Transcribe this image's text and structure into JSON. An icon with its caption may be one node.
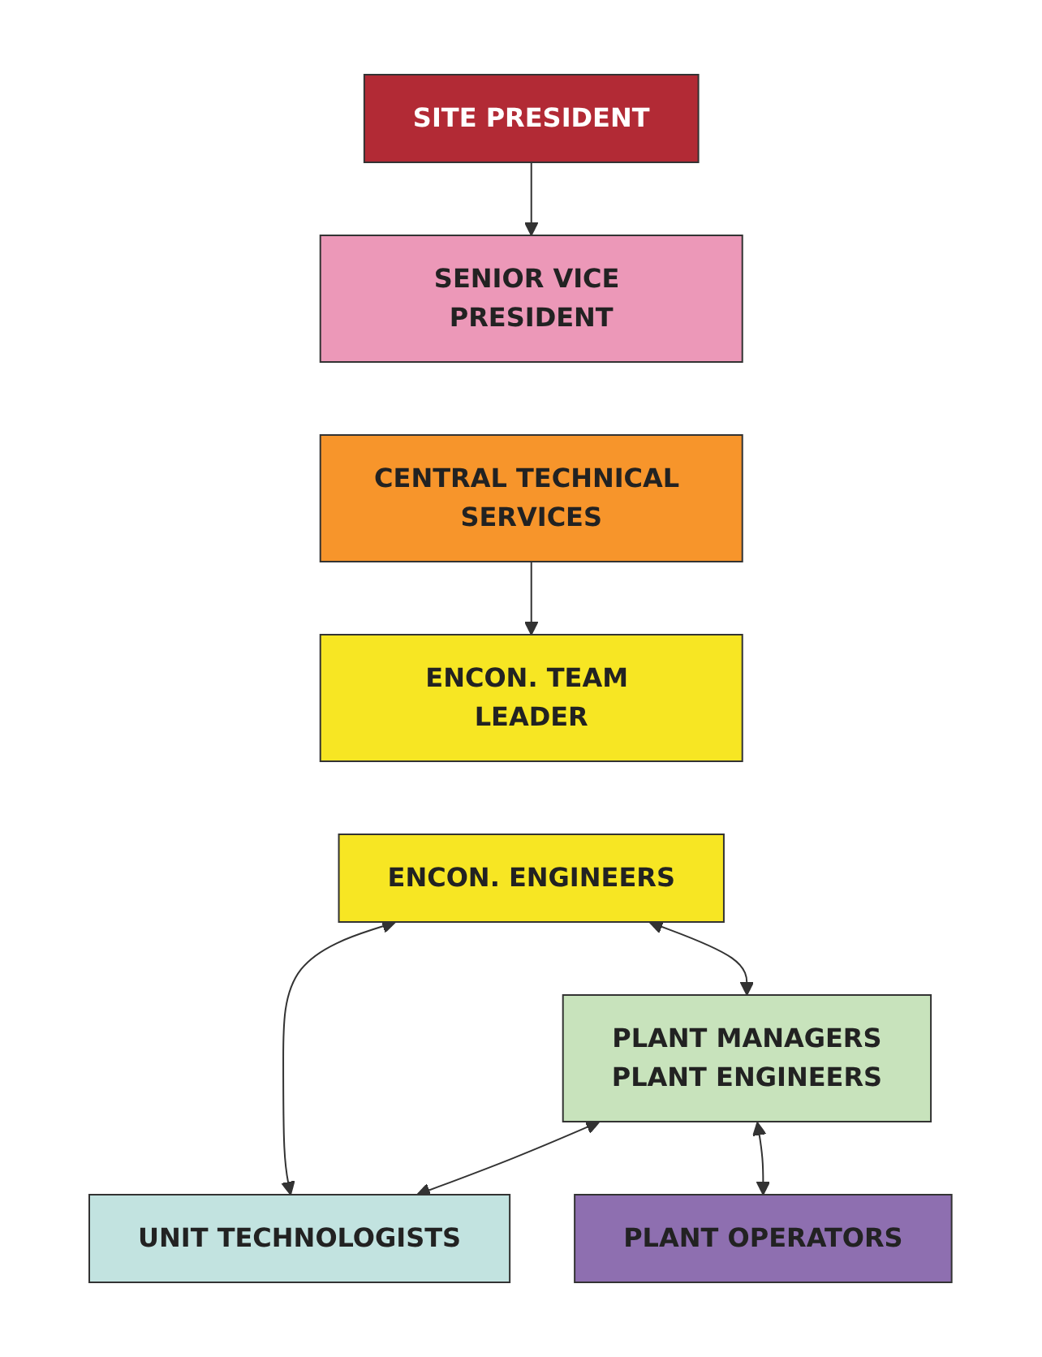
{
  "diagram": {
    "nodes": [
      {
        "text": [
          "SITE PRESIDENT"
        ]
      },
      {
        "text": [
          "SENIOR VICE PRESIDENT"
        ]
      },
      {
        "text": [
          "CENTRAL TECHNICAL SERVICES"
        ]
      },
      {
        "text": [
          "ENCON. TEAM LEADER"
        ]
      },
      {
        "text": [
          "ENCON. ENGINEERS"
        ]
      },
      {
        "text": [
          "PLANT MANAGERS",
          "PLANT ENGINEERS"
        ]
      },
      {
        "text": [
          "UNIT TECHNOLOGISTS"
        ]
      },
      {
        "text": [
          "PLANT OPERATORS"
        ]
      }
    ],
    "edges": [
      {
        "from": 0,
        "to": 1,
        "arrow": "to"
      },
      {
        "from": 2,
        "to": 3,
        "arrow": "to"
      },
      {
        "from": 4,
        "to": 5,
        "arrow": "both"
      },
      {
        "from": 4,
        "to": 6,
        "arrow": "both"
      },
      {
        "from": 5,
        "to": 6,
        "arrow": "both"
      },
      {
        "from": 5,
        "to": 7,
        "arrow": "both"
      }
    ]
  }
}
